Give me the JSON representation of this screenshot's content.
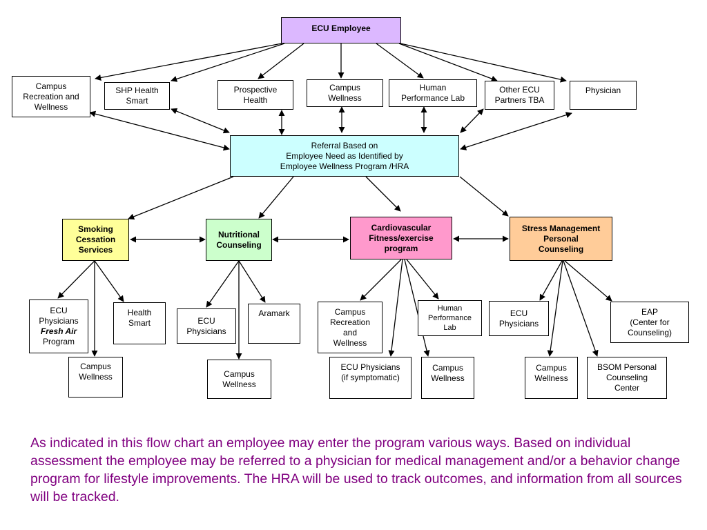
{
  "colors": {
    "top_fill": "#dcb8ff",
    "referral_fill": "#ccffff",
    "smoking_fill": "#ffff99",
    "nutrition_fill": "#ccffcc",
    "cardio_fill": "#ff99cc",
    "stress_fill": "#ffcc99",
    "caption_text": "#800080"
  },
  "nodes": {
    "ecu_employee": [
      "ECU Employee"
    ],
    "campus_rec_top": [
      "Campus",
      "Recreation and",
      "Wellness"
    ],
    "shp_health_smart": [
      "SHP Health",
      "Smart"
    ],
    "prospective_health": [
      "Prospective",
      "Health"
    ],
    "campus_wellness_top": [
      "Campus",
      "Wellness"
    ],
    "human_perf_top": [
      "Human",
      "Performance Lab"
    ],
    "other_ecu": [
      "Other ECU",
      "Partners TBA"
    ],
    "physician": [
      "Physician"
    ],
    "referral": [
      "Referral Based on",
      "Employee Need as Identified by",
      "Employee Wellness Program /HRA"
    ],
    "smoking": [
      "Smoking",
      "Cessation",
      "Services"
    ],
    "nutritional": [
      "Nutritional",
      "Counseling"
    ],
    "cardio": [
      "Cardiovascular",
      "Fitness/exercise",
      "program"
    ],
    "stress": [
      "Stress Management",
      "Personal",
      "Counseling"
    ],
    "ecu_phys_fresh": [
      "ECU",
      "Physicians",
      "Fresh Air",
      "Program"
    ],
    "health_smart": [
      "Health",
      "Smart"
    ],
    "campus_wellness_s": [
      "Campus",
      "Wellness"
    ],
    "ecu_phys_n": [
      "ECU",
      "Physicians"
    ],
    "aramark": [
      "Aramark"
    ],
    "campus_wellness_n": [
      "Campus",
      "Wellness"
    ],
    "campus_rec_c": [
      "Campus",
      "Recreation",
      "and",
      "Wellness"
    ],
    "human_perf_c": [
      "Human",
      "Performance",
      "Lab"
    ],
    "ecu_phys_symp": [
      "ECU Physicians",
      "(if symptomatic)"
    ],
    "campus_wellness_c": [
      "Campus",
      "Wellness"
    ],
    "ecu_phys_st": [
      "ECU",
      "Physicians"
    ],
    "eap": [
      "EAP",
      "(Center for",
      "Counseling)"
    ],
    "campus_wellness_st": [
      "Campus",
      "Wellness"
    ],
    "bsom": [
      "BSOM Personal",
      "Counseling",
      "Center"
    ]
  },
  "caption": "As indicated in this flow chart an employee may enter the program various ways. Based on individual assessment the employee may be referred to a physician for medical management and/or a behavior change program for lifestyle improvements. The HRA will be used to track outcomes, and information from all sources will be tracked."
}
